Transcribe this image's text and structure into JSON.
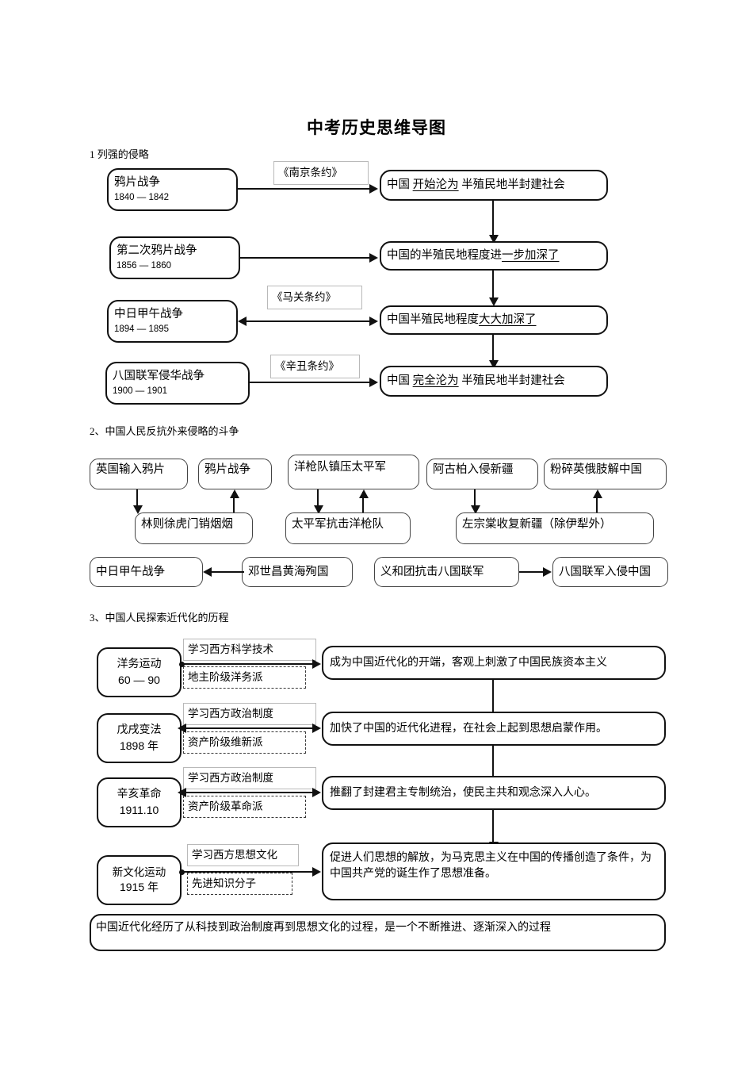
{
  "document": {
    "title": "中考历史思维导图"
  },
  "sections": [
    {
      "heading": "1 列强的侵略",
      "rows": [
        {
          "event": {
            "name": "鸦片战争",
            "years": "1840 — 1842"
          },
          "treaty": "《南京条约》",
          "result_prefix": "中国",
          "result_emphasis": "开始沦为",
          "result_suffix": "半殖民地半封建社会"
        },
        {
          "event": {
            "name": "第二次鸦片战争",
            "years": "1856 — 1860"
          },
          "treaty": "",
          "result_prefix": "中国的半殖民地程度进",
          "result_emphasis": "一步加深了",
          "result_suffix": ""
        },
        {
          "event": {
            "name": "中日甲午战争",
            "years": "1894 — 1895"
          },
          "treaty": "《马关条约》",
          "result_prefix": "中国半殖民地程度",
          "result_emphasis": "大大加深了",
          "result_suffix": ""
        },
        {
          "event": {
            "name": "八国联军侵华战争",
            "years": "1900 — 1901"
          },
          "treaty": "《辛丑条约》",
          "result_prefix": "中国",
          "result_emphasis": "完全沦为",
          "result_suffix": "半殖民地半封建社会"
        }
      ]
    },
    {
      "heading": "2、中国人民反抗外来侵略的斗争",
      "nodes": {
        "british_opium": "英国输入鸦片",
        "lin_zexu": "林则徐虎门销烟烟",
        "opium_war": "鸦片战争",
        "foreign_gun_corps": "洋枪队镇压太平军",
        "taiping_resist": "太平军抗击洋枪队",
        "agubo_invade": "阿古柏入侵新疆",
        "zuo_zongtang": "左宗棠收复新疆（除伊犁外）",
        "smash_anglo_russian": "粉碎英俄肢解中国",
        "sino_japanese_war": "中日甲午战争",
        "deng_shichang": "邓世昌黄海殉国",
        "yihetuan": "义和团抗击八国联军",
        "eight_nation_invade": "八国联军入侵中国"
      }
    },
    {
      "heading": "3、中国人民探索近代化的历程",
      "rows": [
        {
          "movement": {
            "name": "洋务运动",
            "years": "60 — 90"
          },
          "learn": "学习西方科学技术",
          "class": "地主阶级洋务派",
          "result": "成为中国近代化的开端，客观上刺激了中国民族资本主义"
        },
        {
          "movement": {
            "name": "戊戌变法",
            "years": "1898  年"
          },
          "learn": "学习西方政治制度",
          "class": "资产阶级维新派",
          "result": "加快了中国的近代化进程，在社会上起到思想启蒙作用。"
        },
        {
          "movement": {
            "name": "辛亥革命",
            "years": "1911.10"
          },
          "learn": "学习西方政治制度",
          "class": "资产阶级革命派",
          "result": "推翻了封建君主专制统治，使民主共和观念深入人心。"
        },
        {
          "movement": {
            "name": "新文化运动",
            "years": "1915  年"
          },
          "learn": "学习西方思想文化",
          "class": "先进知识分子",
          "result": "促进人们思想的解放，为马克思主义在中国的传播创造了条件，为中国共产党的诞生作了思想准备。"
        }
      ],
      "conclusion": "中国近代化经历了从科技到政治制度再到思想文化的过程，是一个不断推进、逐渐深入的过程"
    }
  ]
}
